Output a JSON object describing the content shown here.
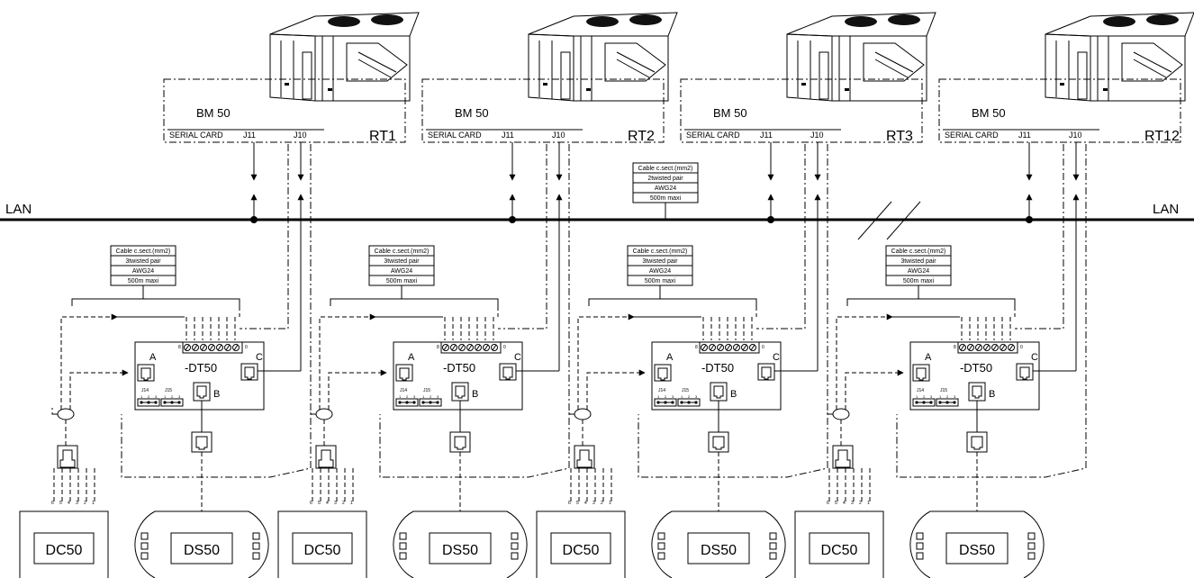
{
  "lan": {
    "left_label": "LAN",
    "right_label": "LAN"
  },
  "units": [
    {
      "rt_label": "RT1",
      "bm_label": "BM 50",
      "serial_label": "SERIAL CARD",
      "j11_label": "J11",
      "j10_label": "J10"
    },
    {
      "rt_label": "RT2",
      "bm_label": "BM 50",
      "serial_label": "SERIAL CARD",
      "j11_label": "J11",
      "j10_label": "J10"
    },
    {
      "rt_label": "RT3",
      "bm_label": "BM 50",
      "serial_label": "SERIAL CARD",
      "j11_label": "J11",
      "j10_label": "J10"
    },
    {
      "rt_label": "RT12",
      "bm_label": "BM 50",
      "serial_label": "SERIAL CARD",
      "j11_label": "J11",
      "j10_label": "J10"
    }
  ],
  "cable_spec": [
    "Cable c.sect.(mm2)",
    "3twisted pair",
    "AWG24",
    "500m maxi"
  ],
  "lan_cable_spec": [
    "Cable c.sect.(mm2)",
    "2twisted pair",
    "AWG24",
    "500m maxi"
  ],
  "dt50": {
    "title": "-DT50",
    "port_a": "A",
    "port_b": "B",
    "port_c": "C",
    "j14": "J14",
    "j15": "J15",
    "pin_labels": [
      "1",
      "2",
      "3"
    ],
    "terminal_ends": [
      "8",
      "0"
    ]
  },
  "dc50_label": "DC50",
  "ds50_label": "DS50",
  "wire_numbers": [
    "6",
    "5",
    "4",
    "3",
    "2",
    "1"
  ]
}
